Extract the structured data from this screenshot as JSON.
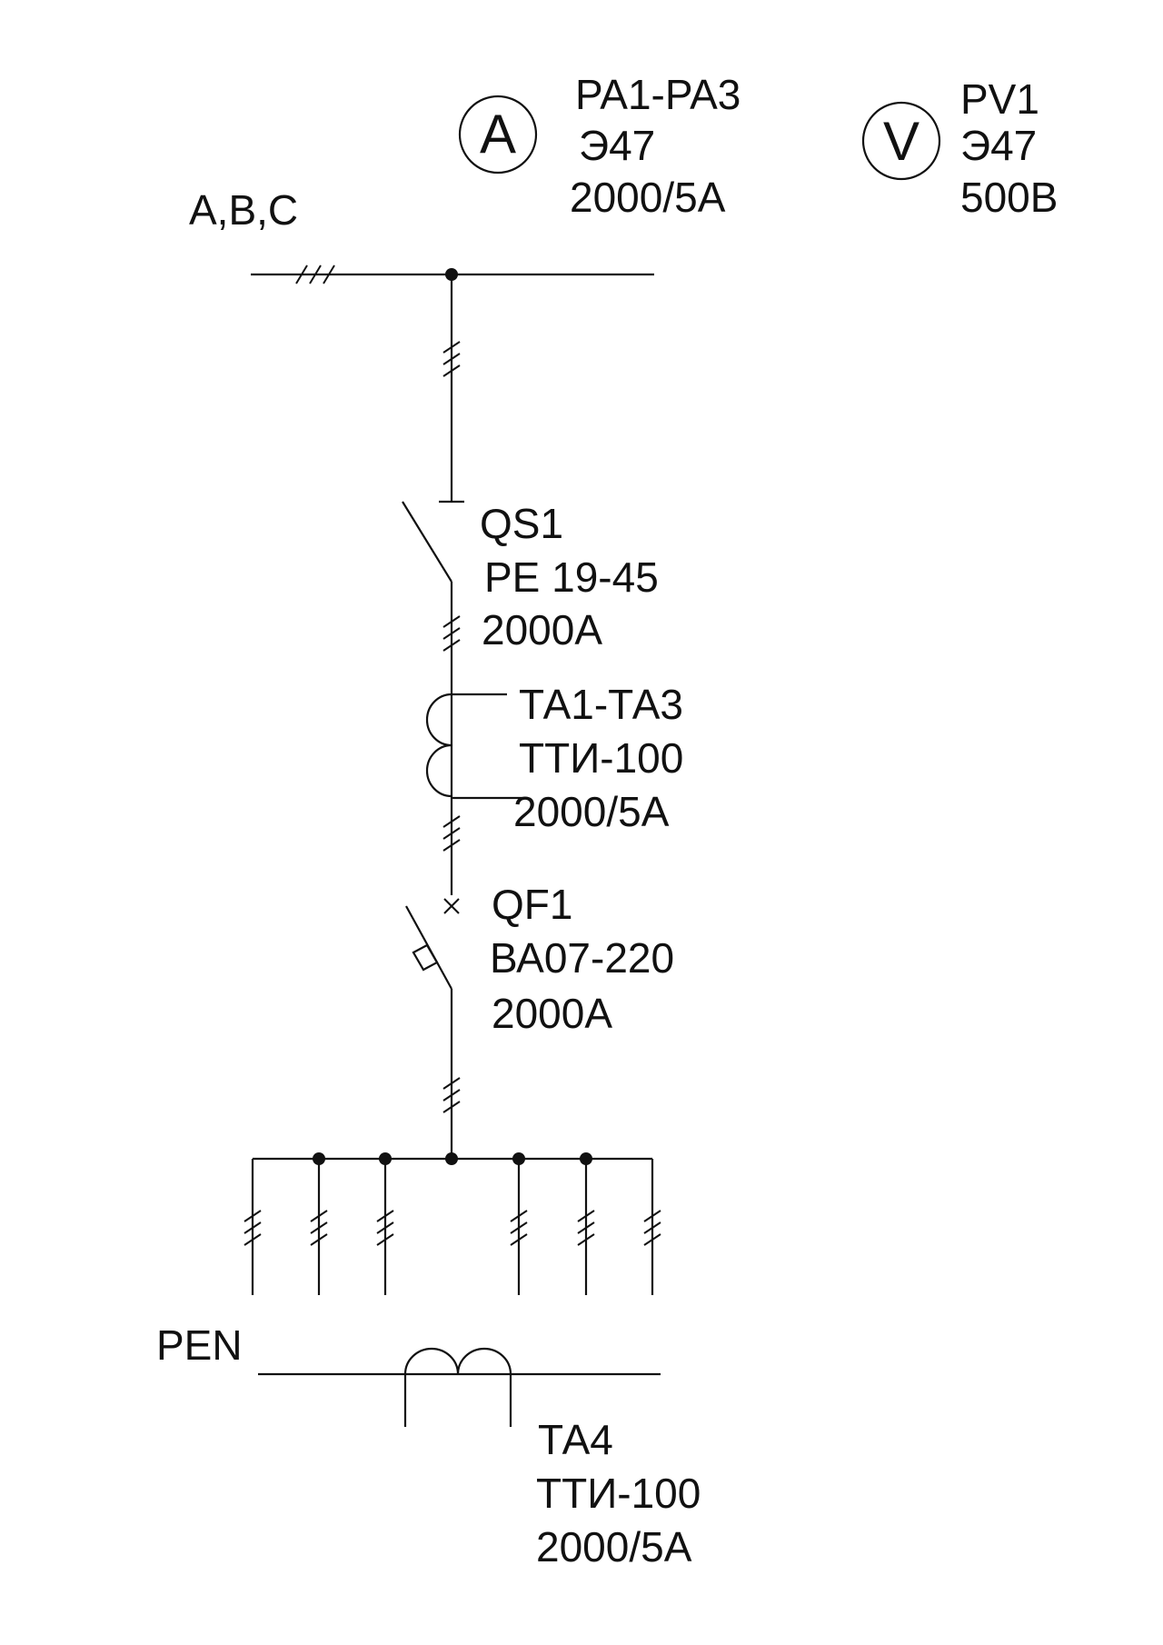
{
  "bus_label": "A,B,C",
  "ammeter": {
    "symbol": "A",
    "designation": "PA1-PA3",
    "type": "Э47",
    "rating": "2000/5А"
  },
  "voltmeter": {
    "symbol": "V",
    "designation": "PV1",
    "type": "Э47",
    "rating": "500В"
  },
  "disconnector": {
    "designation": "QS1",
    "type": "РЕ 19-45",
    "rating": "2000А"
  },
  "current_transformers": {
    "designation": "ТА1-ТА3",
    "type": "ТТИ-100",
    "rating": "2000/5А"
  },
  "breaker": {
    "designation": "QF1",
    "type": "ВА07-220",
    "rating": "2000А"
  },
  "pen_label": "PEN",
  "pen_transformer": {
    "designation": "ТА4",
    "type": "ТТИ-100",
    "rating": "2000/5А"
  }
}
